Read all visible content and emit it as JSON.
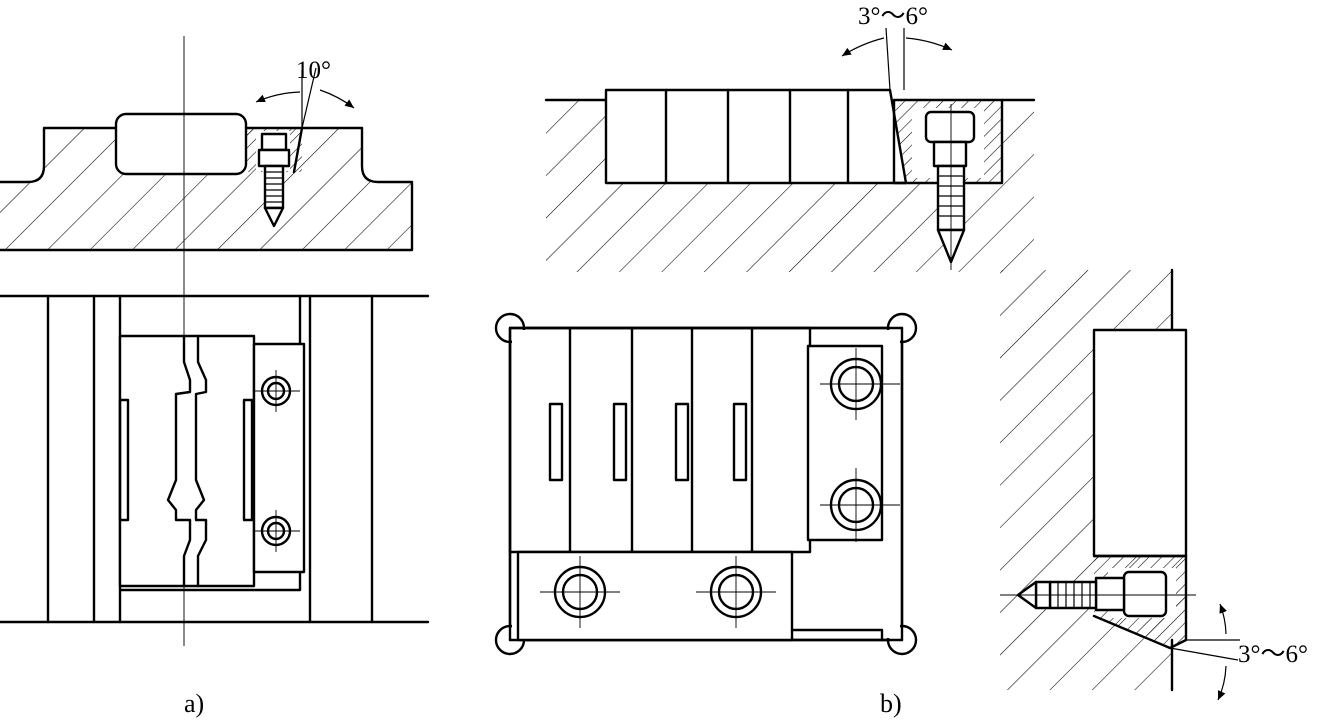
{
  "labels": {
    "fig_a": "a)",
    "fig_b": "b)"
  },
  "dimensions": {
    "angle_a": "10°",
    "angle_b_top": "3°～6°",
    "angle_b_right": "3°～6°"
  }
}
